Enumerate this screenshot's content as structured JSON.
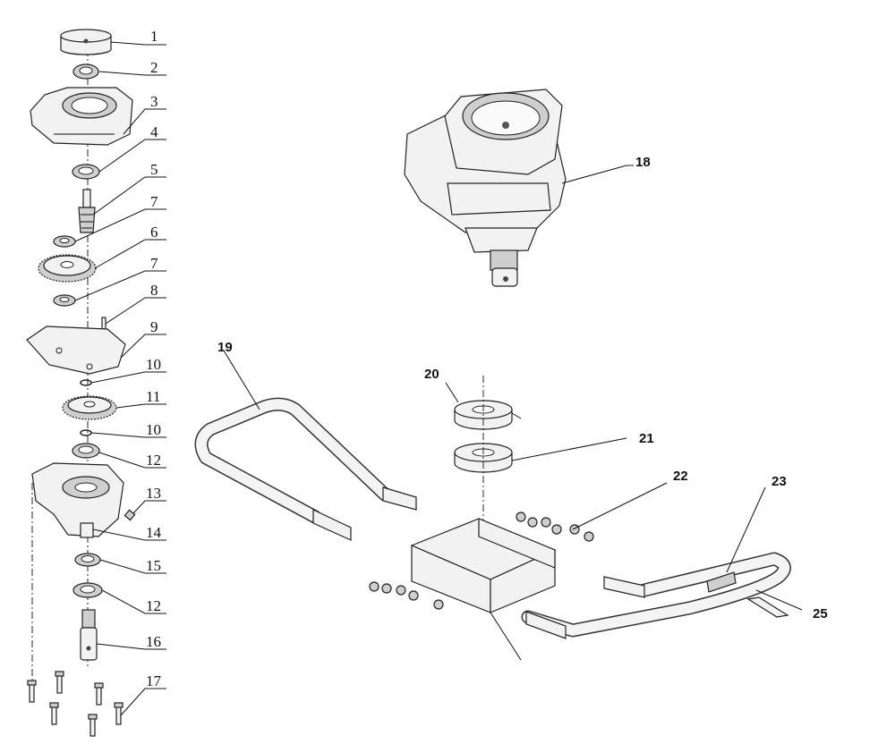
{
  "callouts": {
    "c1": "1",
    "c2": "2",
    "c3": "3",
    "c4": "4",
    "c5": "5",
    "c7a": "7",
    "c6": "6",
    "c7b": "7",
    "c8": "8",
    "c9": "9",
    "c10a": "10",
    "c11": "11",
    "c10b": "10",
    "c12a": "12",
    "c13": "13",
    "c14": "14",
    "c15": "15",
    "c12b": "12",
    "c16": "16",
    "c17": "17",
    "c18": "18",
    "c19": "19",
    "c20": "20",
    "c21": "21",
    "c22": "22",
    "c23": "23",
    "c25": "25"
  }
}
